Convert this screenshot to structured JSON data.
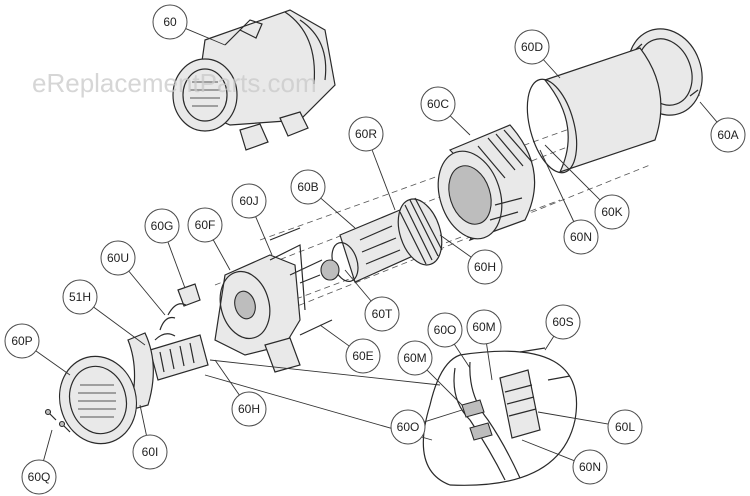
{
  "watermark": "eReplacementParts.com",
  "callouts": [
    {
      "label": "60"
    },
    {
      "label": "60D"
    },
    {
      "label": "60A"
    },
    {
      "label": "60C"
    },
    {
      "label": "60R"
    },
    {
      "label": "60K"
    },
    {
      "label": "60N"
    },
    {
      "label": "60B"
    },
    {
      "label": "60H"
    },
    {
      "label": "60J"
    },
    {
      "label": "60G"
    },
    {
      "label": "60F"
    },
    {
      "label": "60U"
    },
    {
      "label": "60T"
    },
    {
      "label": "51H"
    },
    {
      "label": "60P"
    },
    {
      "label": "60E"
    },
    {
      "label": "60H"
    },
    {
      "label": "60I"
    },
    {
      "label": "60Q"
    },
    {
      "label": "60O"
    },
    {
      "label": "60M"
    },
    {
      "label": "60S"
    },
    {
      "label": "60M"
    },
    {
      "label": "60O"
    },
    {
      "label": "60L"
    },
    {
      "label": "60N"
    }
  ]
}
